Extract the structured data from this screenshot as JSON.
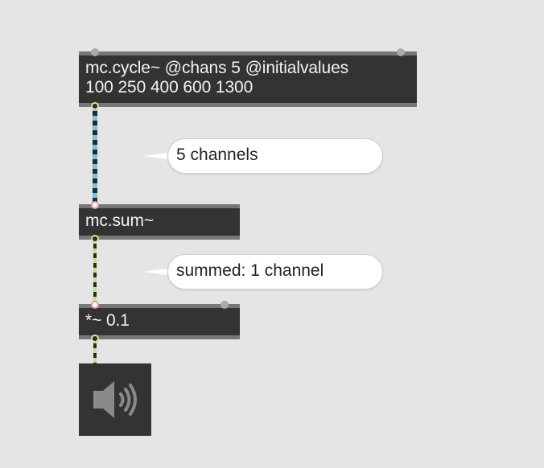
{
  "patcher": {
    "objects": {
      "cycle": {
        "text": "mc.cycle~ @chans 5 @initialvalues\n100 250 400 600 1300"
      },
      "sum": {
        "text": "mc.sum~"
      },
      "mul": {
        "text": "*~ 0.1"
      }
    },
    "comments": {
      "channels": "5 channels",
      "summed": "summed: 1 channel"
    },
    "dac": {
      "icon": "speaker-icon"
    },
    "colors": {
      "background": "#e5e5e5",
      "object_fill": "#333333",
      "object_border": "#777777",
      "object_text": "#f2f2f2",
      "mc_cord_color": "#6ec6e8",
      "signal_cord_color": "#c9e07a",
      "cord_dash_dark": "#2a2a2a",
      "comment_fill": "#ffffff",
      "speaker_icon": "#8a8a8a"
    }
  }
}
